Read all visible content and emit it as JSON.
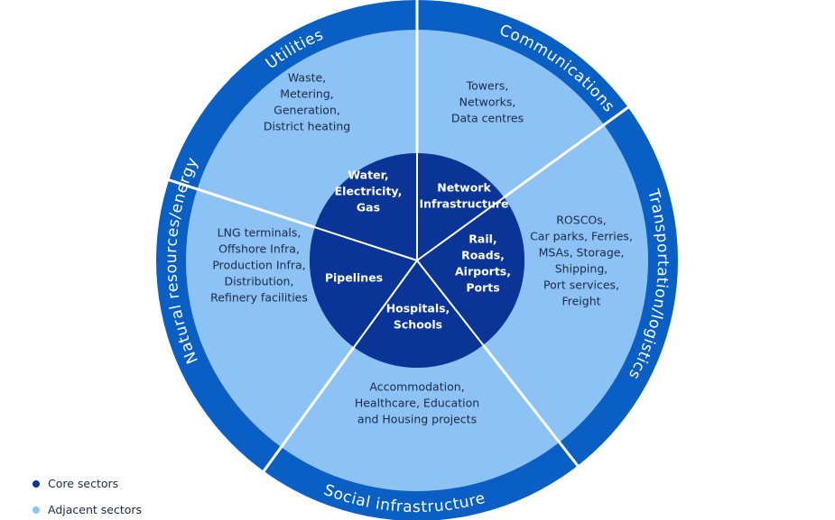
{
  "colors": {
    "outer_ring": "#0a5fc4",
    "adjacent": "#8cc2f4",
    "core": "#0a3597",
    "divider": "#ffffff",
    "adjacent_text": "#1b2a4a",
    "core_legend": "#0a3597",
    "adjacent_legend": "#8cc2f4"
  },
  "sectors": [
    {
      "ring_label": "Communications",
      "adjacent_lines": [
        "Towers,",
        "Networks,",
        "Data centres"
      ],
      "core_lines": [
        "Network",
        "Infrastructure"
      ]
    },
    {
      "ring_label": "Transportation/logistics",
      "adjacent_lines": [
        "ROSCOs,",
        "Car parks, Ferries,",
        "MSAs, Storage,",
        "Shipping,",
        "Port services,",
        "Freight"
      ],
      "core_lines": [
        "Rail,",
        "Roads,",
        "Airports,",
        "Ports"
      ]
    },
    {
      "ring_label": "Social infrastructure",
      "adjacent_lines": [
        "Accommodation,",
        "Healthcare, Education",
        "and Housing projects"
      ],
      "core_lines": [
        "Hospitals,",
        "Schools"
      ]
    },
    {
      "ring_label": "Natural resources/energy",
      "adjacent_lines": [
        "LNG terminals,",
        "Offshore Infra,",
        "Production Infra,",
        "Distribution,",
        "Refinery facilities"
      ],
      "core_lines": [
        "Pipelines"
      ]
    },
    {
      "ring_label": "Utilities",
      "adjacent_lines": [
        "Waste,",
        "Metering,",
        "Generation,",
        "District heating"
      ],
      "core_lines": [
        "Water,",
        "Electricity,",
        "Gas"
      ]
    }
  ],
  "legend": {
    "core_label": "Core sectors",
    "adjacent_label": "Adjacent sectors"
  }
}
